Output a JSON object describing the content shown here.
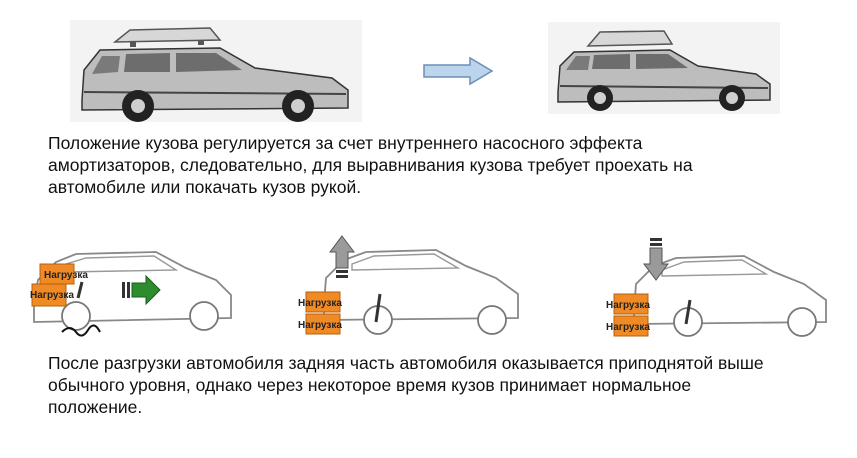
{
  "paragraph1": {
    "lines": [
      "Положение кузова регулируется за счет внутреннего насосного эффекта",
      "амортизаторов, следовательно, для выравнивания кузова требует проехать на",
      "автомобиле или покачать кузов рукой."
    ]
  },
  "paragraph2": {
    "lines": [
      "После разгрузки автомобиля задняя часть автомобиля оказывается приподнятой выше",
      "обычного уровня, однако через некоторое время кузов принимает нормальное",
      "положение."
    ]
  },
  "load_label": "Нагрузка",
  "colors": {
    "load_box": "#f08a24",
    "green_arrow": "#2e8b2e",
    "blue_arrow": "#bcd4ec",
    "grey_arrow": "#9a9a9a"
  }
}
